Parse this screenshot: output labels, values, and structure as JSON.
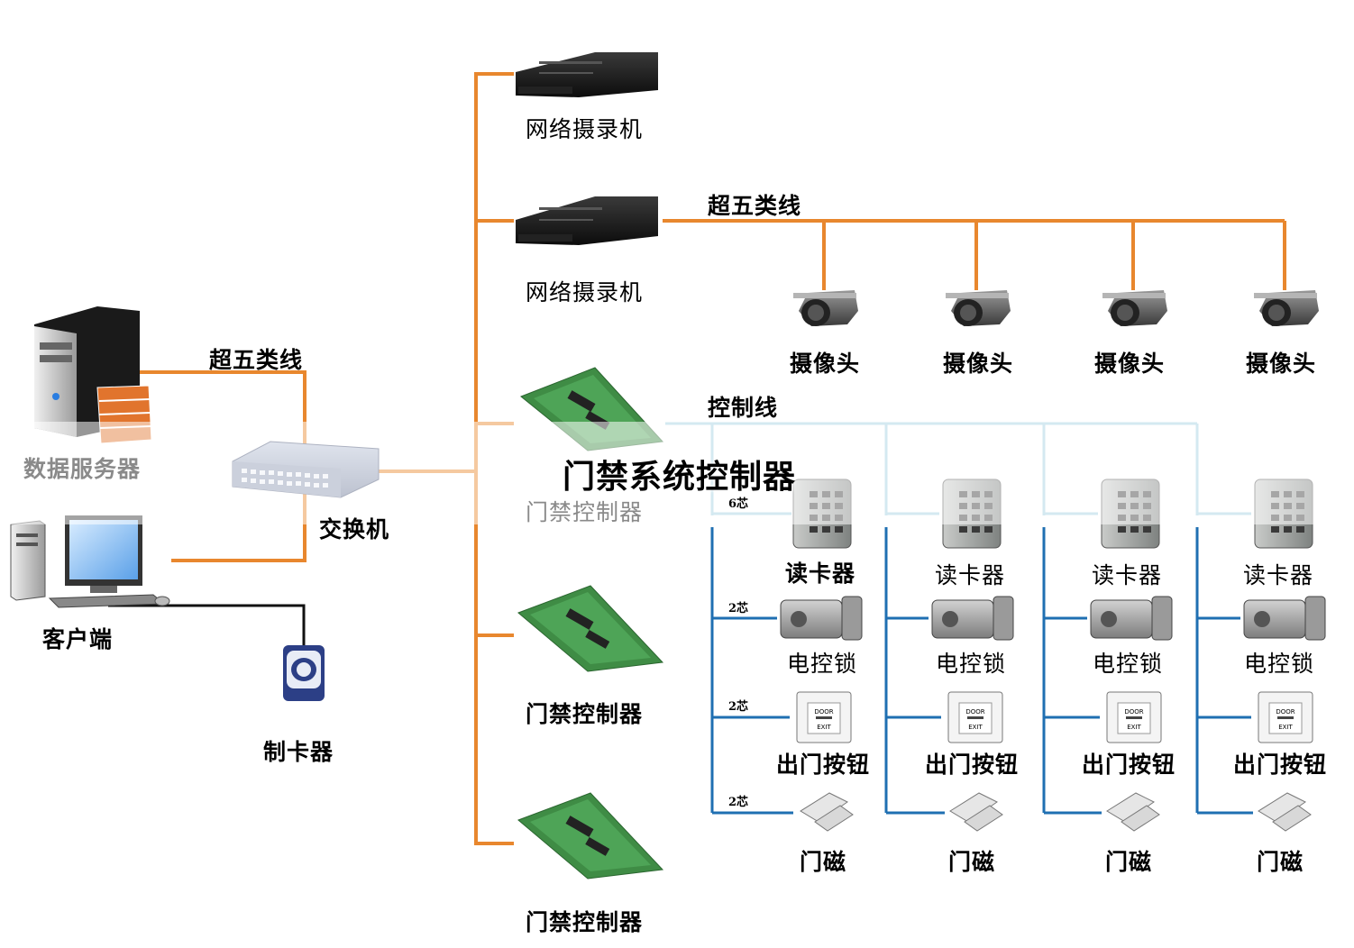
{
  "title": "门禁系统控制器",
  "left": {
    "server_label": "数据服务器",
    "switch_label": "交换机",
    "client_label": "客户端",
    "card_issuer_label": "制卡器",
    "cable_label": "超五类线"
  },
  "backbone": {
    "nvr_labels": [
      "网络摄录机",
      "网络摄录机"
    ],
    "controller_labels": [
      "门禁控制器",
      "门禁控制器",
      "门禁控制器"
    ]
  },
  "cameras": {
    "cable_label": "超五类线",
    "items": [
      "摄像头",
      "摄像头",
      "摄像头",
      "摄像头"
    ]
  },
  "door": {
    "control_line_label": "控制线",
    "wire_labels": [
      "6芯",
      "2芯",
      "2芯",
      "2芯"
    ],
    "columns": [
      {
        "reader": "读卡器",
        "lock": "电控锁",
        "button": "出门按钮",
        "magnet": "门磁"
      },
      {
        "reader": "读卡器",
        "lock": "电控锁",
        "button": "出门按钮",
        "magnet": "门磁"
      },
      {
        "reader": "读卡器",
        "lock": "电控锁",
        "button": "出门按钮",
        "magnet": "门磁"
      },
      {
        "reader": "读卡器",
        "lock": "电控锁",
        "button": "出门按钮",
        "magnet": "门磁"
      }
    ],
    "button_plate_text": [
      "DOOR",
      "EXIT"
    ]
  },
  "colors": {
    "orange_line": "#e8872e",
    "light_blue_line": "#9fcfe0",
    "dark_blue_line": "#1f6fb2",
    "black_line": "#111111"
  }
}
